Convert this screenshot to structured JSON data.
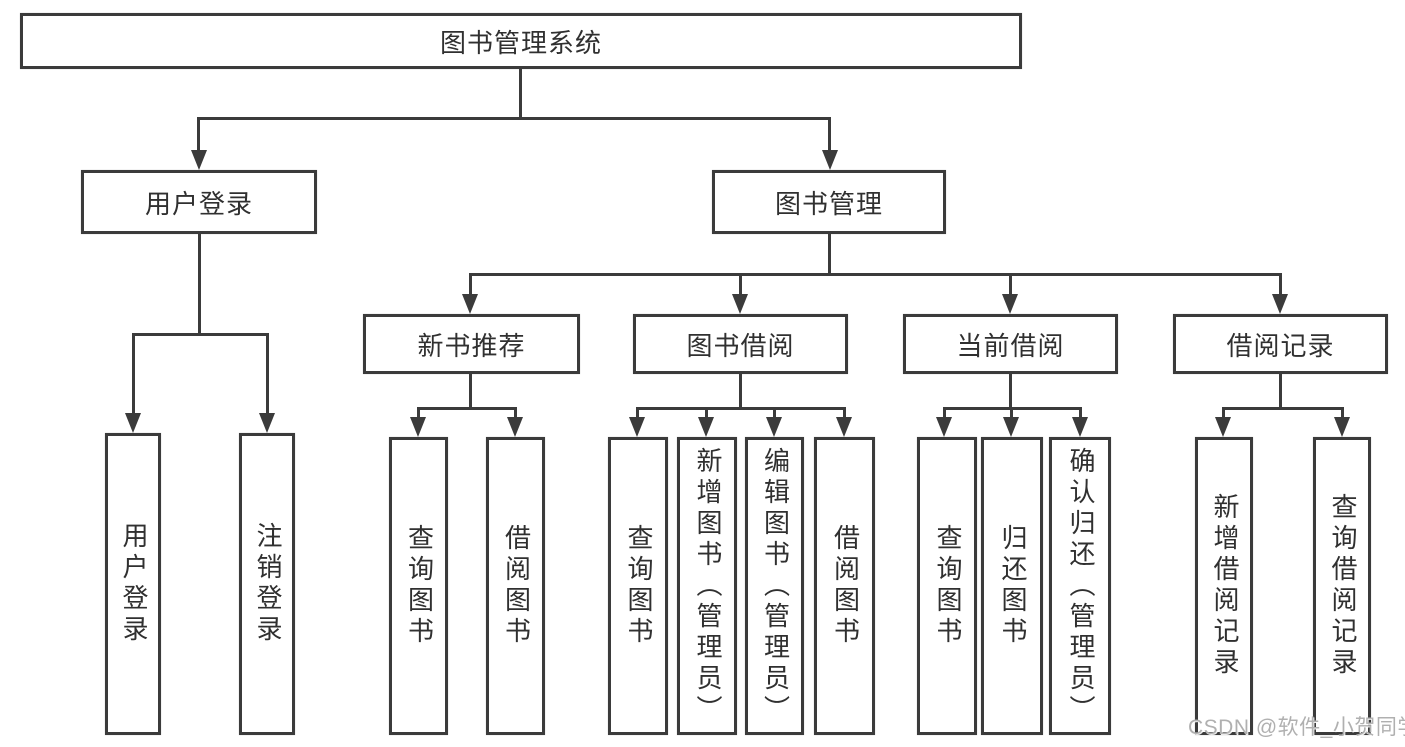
{
  "colors": {
    "line": "#3b3b3b",
    "box_border": "#3b3b3b",
    "text": "#303030",
    "background": "#ffffff",
    "watermark": "#b0b0b0"
  },
  "root": {
    "label": "图书管理系统"
  },
  "branches": [
    {
      "label": "用户登录",
      "children": [
        {
          "label": "用户登录"
        },
        {
          "label": "注销登录"
        }
      ]
    },
    {
      "label": "图书管理",
      "children": [
        {
          "label": "新书推荐",
          "children": [
            {
              "label": "查询图书"
            },
            {
              "label": "借阅图书"
            }
          ]
        },
        {
          "label": "图书借阅",
          "children": [
            {
              "label": "查询图书"
            },
            {
              "label": "新增图书（管理员）"
            },
            {
              "label": "编辑图书（管理员）"
            },
            {
              "label": "借阅图书"
            }
          ]
        },
        {
          "label": "当前借阅",
          "children": [
            {
              "label": "查询图书"
            },
            {
              "label": "归还图书"
            },
            {
              "label": "确认归还（管理员）"
            }
          ]
        },
        {
          "label": "借阅记录",
          "children": [
            {
              "label": "新增借阅记录"
            },
            {
              "label": "查询借阅记录"
            }
          ]
        }
      ]
    }
  ],
  "watermark": {
    "text": "CSDN @软件_小贺同学"
  }
}
